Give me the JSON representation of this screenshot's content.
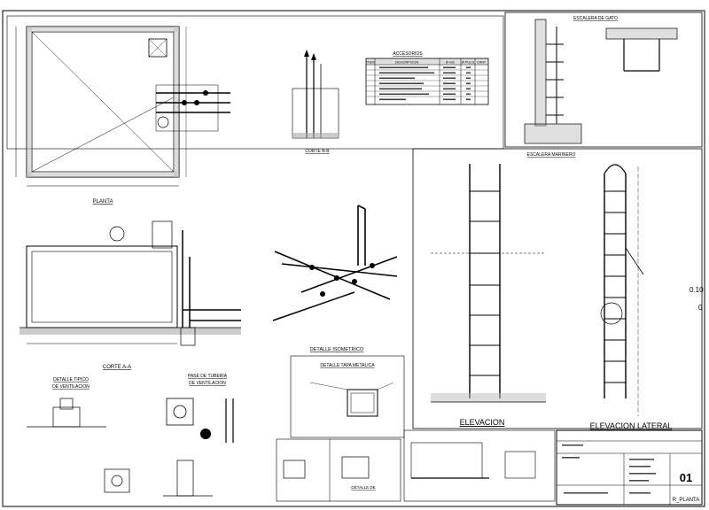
{
  "labels": {
    "planta": "PLANTA",
    "corte_aa": "CORTE A-A",
    "corte_b": "CORTE B-B",
    "detalle_isometrico": "DETALLE ISOMETRICO",
    "detalle_tapa_metalica": "DETALLE TAPA METALICA",
    "detalle_tipico_ventilacion_1": "DETALLE TIPICO",
    "detalle_tipico_ventilacion_2": "DE VENTILACION",
    "pase_tuberia_1": "PASE DE TUBERIA",
    "pase_tuberia_2": "DE VENTILACION",
    "escalera_gato": "ESCALERA DE GATO",
    "escalera_marinero": "ESCALERA MARINERO",
    "elevacion": "ELEVACION",
    "elevacion_lateral": "ELEVACION LATERAL",
    "accesorios": "ACCESORIOS",
    "detalle_a": "DETALLE DE",
    "sheet_number": "01",
    "sheet_code": "R_PLANTA",
    "margin_value_1": "0.10",
    "margin_value_2": "0"
  },
  "accessories_table": {
    "headers": [
      "ITEM",
      "DESCRIPCION",
      "Ø mm",
      "Ø PULG",
      "CANT"
    ]
  }
}
